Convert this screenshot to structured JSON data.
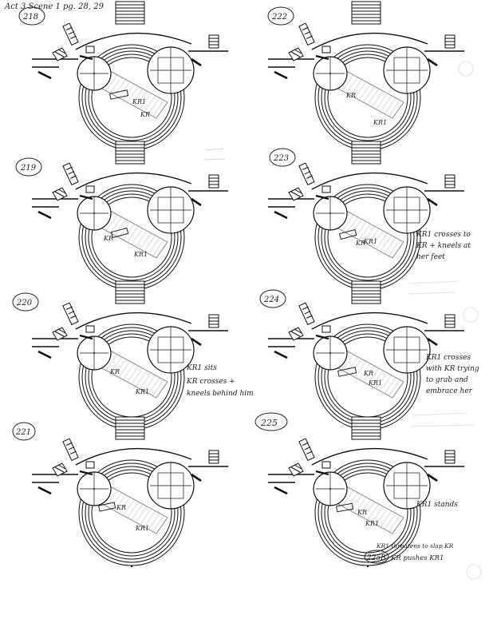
{
  "header": "Act 3 Scene 1 pg. 28, 29",
  "panels": [
    {
      "number": "218",
      "lx": "",
      "ly": 0,
      "notes": [],
      "marks": [
        "KR1",
        "KR"
      ]
    },
    {
      "number": "222",
      "lx": "",
      "ly": 0,
      "notes": [],
      "marks": [
        "KR",
        "KR1"
      ]
    },
    {
      "number": "219",
      "lx": "",
      "ly": 0,
      "notes": [],
      "marks": [
        "KR",
        "KR1"
      ]
    },
    {
      "number": "223",
      "lx": "",
      "ly": 0,
      "notes": [
        "KR1 crosses to",
        "KR + kneels at",
        "her feet"
      ],
      "marks": [
        "KR",
        "KR1"
      ]
    },
    {
      "number": "220",
      "lx": "",
      "ly": 0,
      "notes": [
        "KR1 sits",
        "KR crosses +",
        "kneels behind him"
      ],
      "marks": [
        "KR",
        "KR1"
      ]
    },
    {
      "number": "224",
      "lx": "",
      "ly": 0,
      "notes": [
        "KR1 crosses",
        "with KR trying",
        "to grab and",
        "embrace her"
      ],
      "marks": [
        "KR",
        "KR1"
      ]
    },
    {
      "number": "221",
      "lx": "",
      "ly": 0,
      "notes": [],
      "marks": [
        "KR",
        "KR1"
      ]
    },
    {
      "number": "225",
      "lx": "",
      "ly": 0,
      "notes": [
        "KR1 stands"
      ],
      "marks": [
        "KR",
        "KR1"
      ]
    }
  ],
  "extra_notes": [
    "KR1 threatens to slap KR",
    "KR pushes KR1"
  ],
  "extra_number": "225B"
}
